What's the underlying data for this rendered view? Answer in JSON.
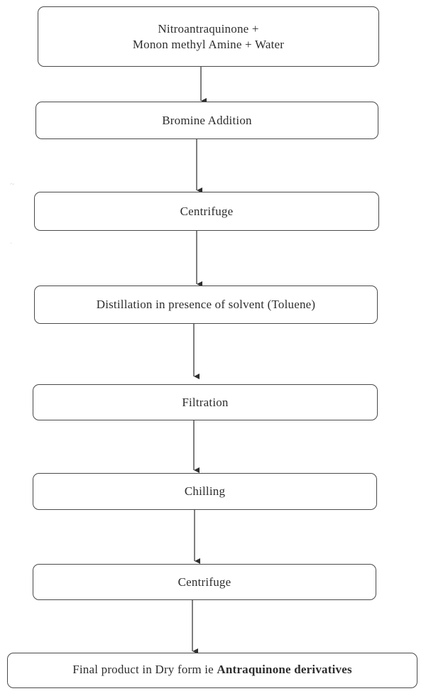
{
  "steps": [
    {
      "lines": [
        "Nitroantraquinone +",
        "Monon methyl Amine + Water"
      ]
    },
    {
      "lines": [
        "Bromine Addition"
      ]
    },
    {
      "lines": [
        "Centrifuge"
      ]
    },
    {
      "lines": [
        "Distillation in presence of solvent (Toluene)"
      ]
    },
    {
      "lines": [
        "Filtration"
      ]
    },
    {
      "lines": [
        "Chilling"
      ]
    },
    {
      "lines": [
        "Centrifuge"
      ]
    },
    {
      "lines": [
        "Final product in Dry form ie ",
        "Antraquinone derivatives"
      ]
    }
  ]
}
